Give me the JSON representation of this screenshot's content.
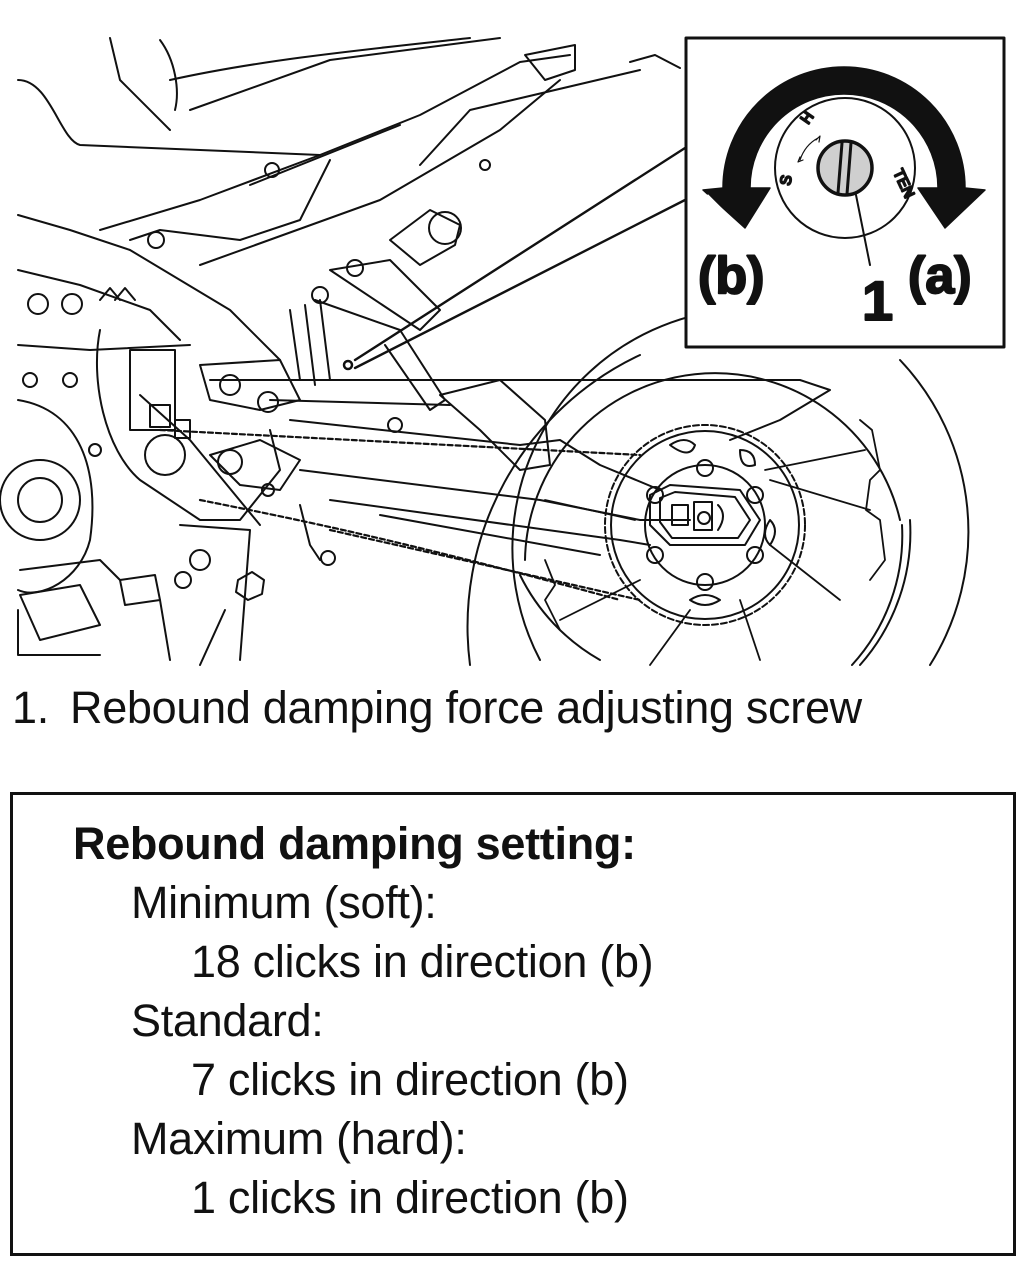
{
  "figure": {
    "description": "Motorcycle rear suspension illustration with inset detail of adjuster",
    "inset": {
      "callout_number": "1",
      "direction_b_label": "(b)",
      "direction_a_label": "(a)",
      "dial_markings": {
        "hard": "H",
        "soft": "S",
        "brand": "TEN"
      }
    }
  },
  "caption": {
    "number": "1.",
    "text": "Rebound damping force adjusting screw"
  },
  "spec_box": {
    "title": "Rebound damping setting:",
    "items": [
      {
        "label": "Minimum (soft):",
        "value": "18 clicks in direction (b)"
      },
      {
        "label": "Standard:",
        "value": "7 clicks in direction (b)"
      },
      {
        "label": "Maximum (hard):",
        "value": "1 clicks in direction (b)"
      }
    ]
  }
}
